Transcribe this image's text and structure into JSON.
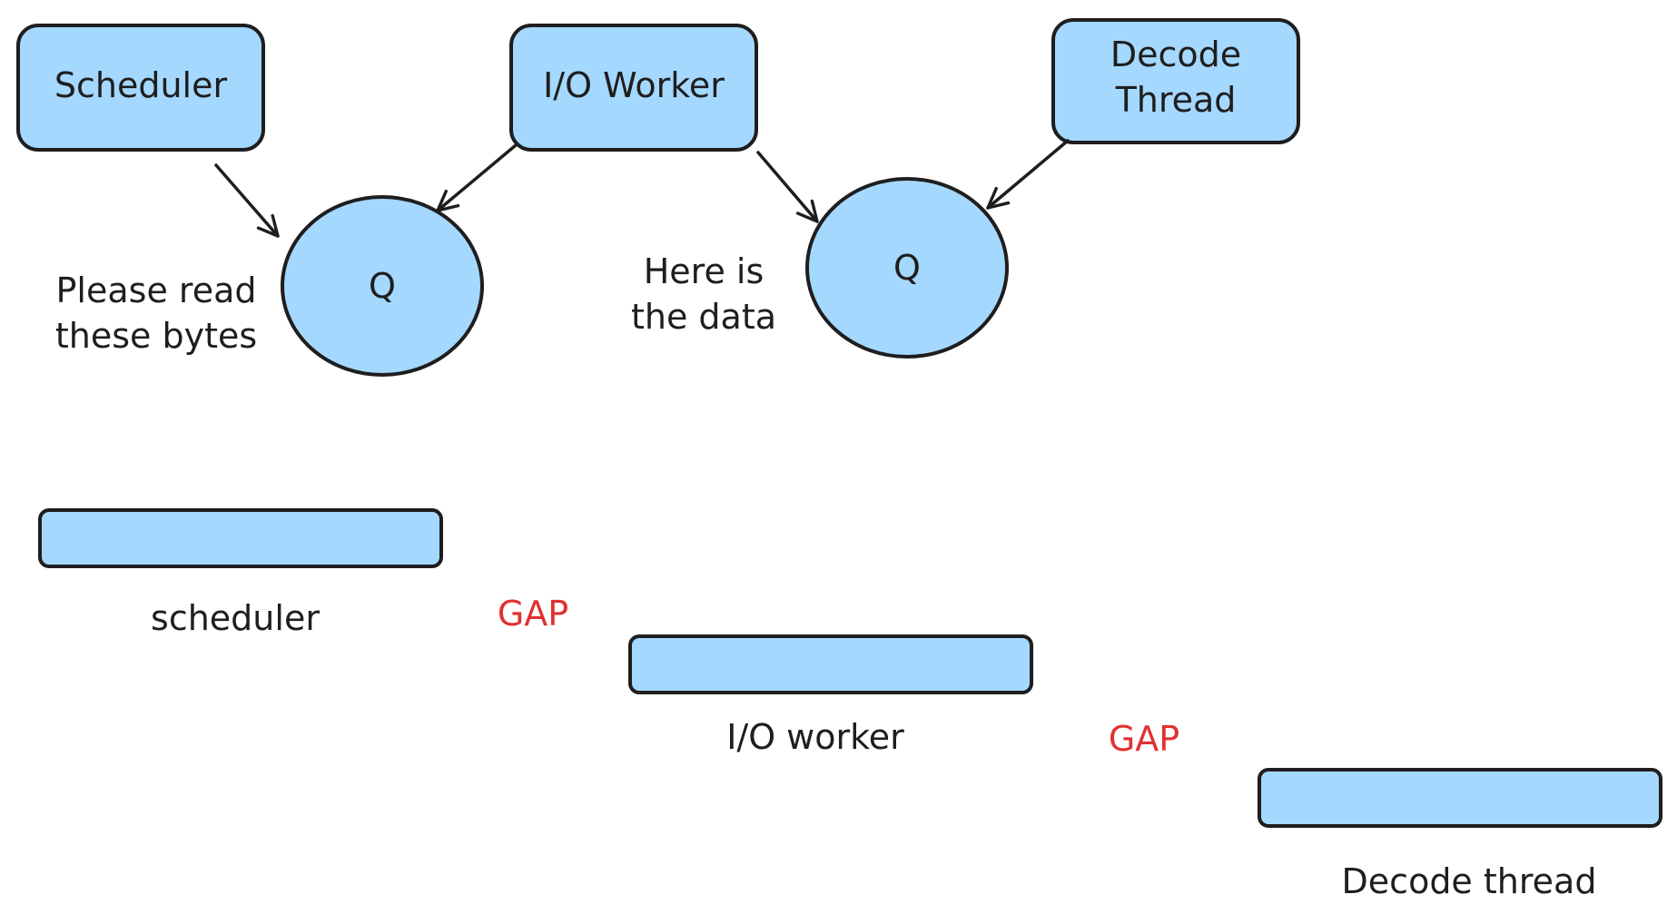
{
  "colors": {
    "fill": "#a5d8ff",
    "stroke": "#1e1e1e",
    "gap": "#e03131"
  },
  "components": {
    "scheduler": "Scheduler",
    "io_worker": "I/O Worker",
    "decode_line1": "Decode",
    "decode_line2": "Thread"
  },
  "queues": {
    "q1": "Q",
    "q2": "Q"
  },
  "annotations": {
    "request_line1": "Please read",
    "request_line2": "these bytes",
    "response_line1": "Here is",
    "response_line2": "the data"
  },
  "timeline": {
    "scheduler": "scheduler",
    "io_worker": "I/O worker",
    "decode": "Decode thread",
    "gap1": "GAP",
    "gap2": "GAP"
  }
}
